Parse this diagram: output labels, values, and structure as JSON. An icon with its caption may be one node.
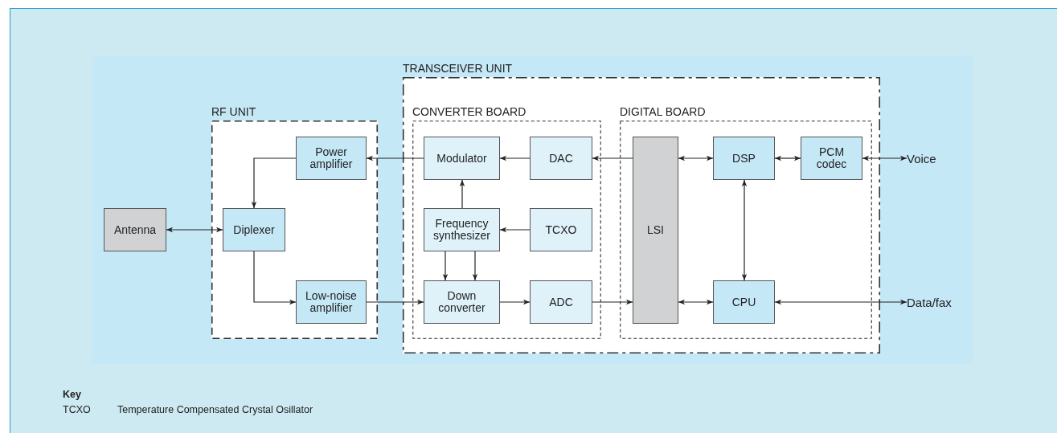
{
  "diagram": {
    "nodes": [
      {
        "text": [
          "RF UNIT"
        ]
      },
      {
        "text": [
          "Power amplifier"
        ],
        "in": 0
      },
      {
        "text": [
          "Diplexer"
        ],
        "in": 0
      },
      {
        "text": [
          "Low-noise amplifier"
        ],
        "in": 0
      },
      {
        "text": [
          "Antenna"
        ]
      },
      {
        "text": [
          "TRANSCEIVER UNIT"
        ]
      },
      {
        "text": [
          "CONVERTER BOARD"
        ],
        "in": 5
      },
      {
        "text": [
          "Modulator"
        ],
        "in": 6
      },
      {
        "text": [
          "DAC"
        ],
        "in": 6
      },
      {
        "text": [
          "Frequency synthesizer"
        ],
        "in": 6
      },
      {
        "text": [
          "TCXO"
        ],
        "in": 6
      },
      {
        "text": [
          "Down converter"
        ],
        "in": 6
      },
      {
        "text": [
          "ADC"
        ],
        "in": 6
      },
      {
        "text": [
          "DIGITAL BOARD"
        ],
        "in": 5
      },
      {
        "text": [
          "LSI"
        ],
        "in": 13
      },
      {
        "text": [
          "DSP"
        ],
        "in": 13
      },
      {
        "text": [
          "PCM codec"
        ],
        "in": 13
      },
      {
        "text": [
          "CPU"
        ],
        "in": 13
      },
      {
        "text": [
          "Voice"
        ]
      },
      {
        "text": [
          "Data/fax"
        ]
      }
    ],
    "edges": [
      {
        "from": 4,
        "to": 2,
        "arrow": "both"
      },
      {
        "from": 1,
        "to": 2,
        "arrow": "to"
      },
      {
        "from": 2,
        "to": 3,
        "arrow": "to"
      },
      {
        "from": 7,
        "to": 1,
        "arrow": "to"
      },
      {
        "from": 3,
        "to": 11,
        "arrow": "to"
      },
      {
        "from": 8,
        "to": 7,
        "arrow": "to"
      },
      {
        "from": 14,
        "to": 8,
        "arrow": "to"
      },
      {
        "from": 9,
        "to": 7,
        "arrow": "to"
      },
      {
        "from": 10,
        "to": 9,
        "arrow": "to"
      },
      {
        "from": 9,
        "to": 11,
        "arrow": "to"
      },
      {
        "from": 9,
        "to": 11,
        "arrow": "to"
      },
      {
        "from": 11,
        "to": 12,
        "arrow": "to"
      },
      {
        "from": 12,
        "to": 14,
        "arrow": "to"
      },
      {
        "from": 14,
        "to": 15,
        "arrow": "both"
      },
      {
        "from": 15,
        "to": 16,
        "arrow": "both"
      },
      {
        "from": 16,
        "to": 18,
        "arrow": "both"
      },
      {
        "from": 15,
        "to": 17,
        "arrow": "both"
      },
      {
        "from": 14,
        "to": 17,
        "arrow": "both"
      },
      {
        "from": 17,
        "to": 19,
        "arrow": "both"
      }
    ],
    "labels": [
      "Key",
      "TCXO",
      "Temperature Compensated Crystal Osillator"
    ]
  }
}
